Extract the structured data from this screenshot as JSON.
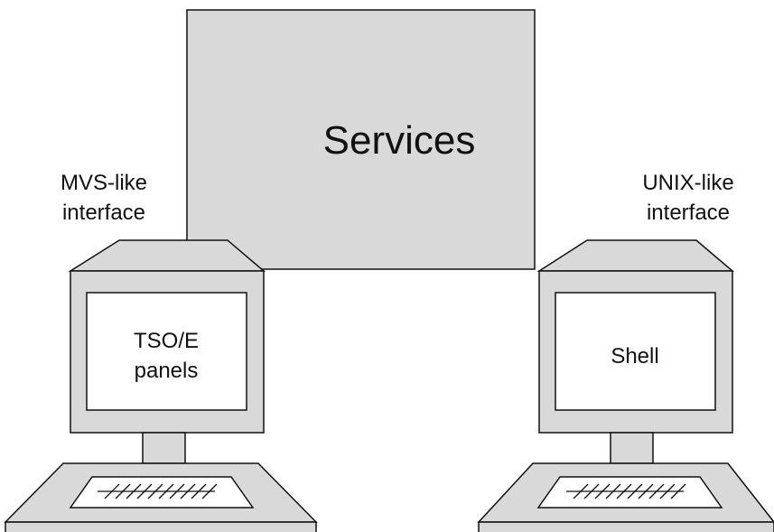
{
  "services": {
    "label": "Services"
  },
  "left_station": {
    "interface_line1": "MVS-like",
    "interface_line2": "interface",
    "screen_line1": "TSO/E",
    "screen_line2": "panels",
    "keyboard_icon": "keyboard-icon"
  },
  "right_station": {
    "interface_line1": "UNIX-like",
    "interface_line2": "interface",
    "screen_line1": "Shell",
    "keyboard_icon": "keyboard-icon"
  },
  "colors": {
    "fill_gray": "#d9d9d9",
    "fill_white": "#ffffff",
    "stroke": "#111111"
  }
}
